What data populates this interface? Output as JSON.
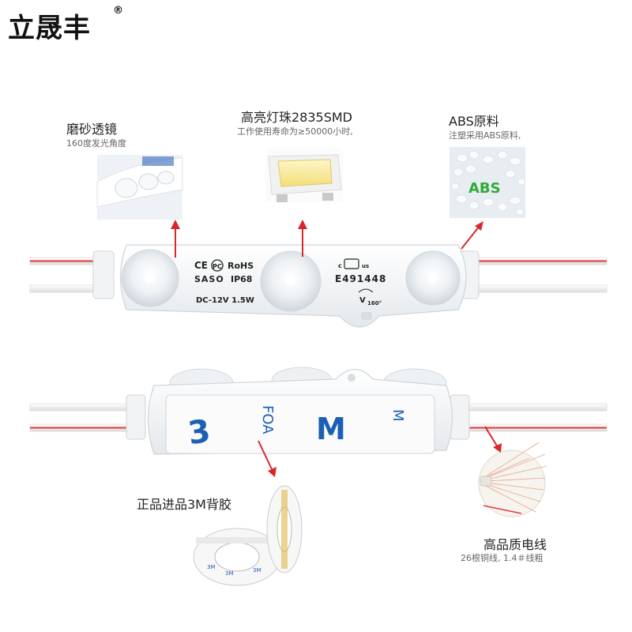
{
  "brand": {
    "name": "立晟丰",
    "registered_mark": "®"
  },
  "features": {
    "lens": {
      "title": "磨砂透镜",
      "subtitle": "160度发光角度"
    },
    "led": {
      "title": "高亮灯珠2835SMD",
      "subtitle": "工作使用寿命为≥50000小时,"
    },
    "abs": {
      "title": "ABS原料",
      "subtitle": "注塑采用ABS原料,",
      "photo_label": "ABS"
    },
    "tape": {
      "title": "正品进品3M背胶"
    },
    "wire": {
      "title": "高品质电线",
      "subtitle": "26根铜线, 1.4＃线粗"
    }
  },
  "module_front": {
    "cert_ce": "CE",
    "cert_pc": "PC",
    "cert_rohs": "RoHS",
    "saso": "SASO",
    "ip": "IP68",
    "ul_code": "E491448",
    "ul_left": "c",
    "ul_right": "us",
    "spec": "DC-12V 1.5W",
    "angle": "160°",
    "angle_prefix": "V"
  },
  "module_back": {
    "tape_text_left": "3",
    "tape_text_mid": "FOA",
    "tape_text_right": "M"
  },
  "colors": {
    "arrow": "#d9262b",
    "wire": "#e03a3a",
    "module": "#f6f7f8",
    "tape_blue": "#1d5fb5",
    "abs_label": "#2faa3a"
  }
}
